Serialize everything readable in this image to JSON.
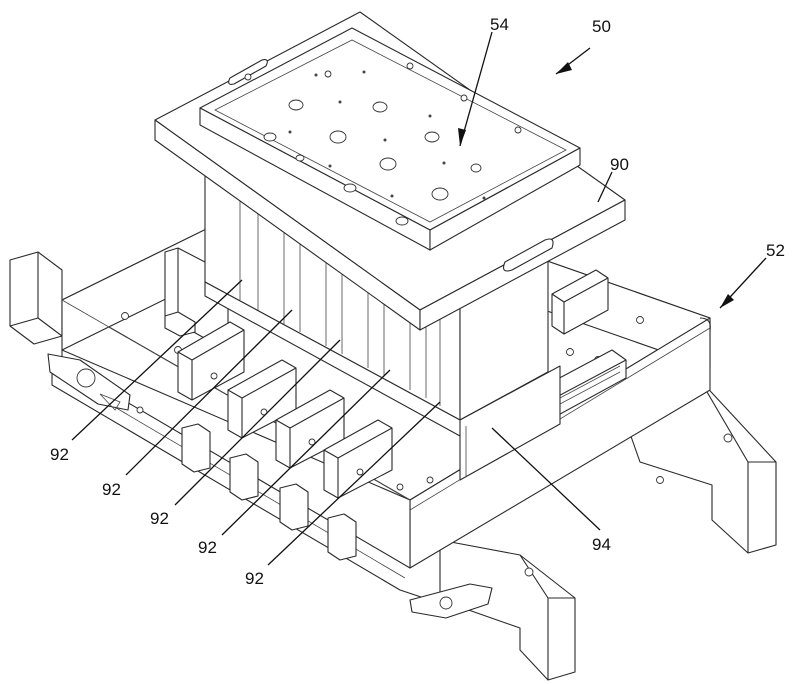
{
  "figure": {
    "reference_numerals": {
      "assembly": "50",
      "frame": "52",
      "tray": "54",
      "top_plate": "90",
      "fin": "92",
      "rail": "94"
    }
  }
}
